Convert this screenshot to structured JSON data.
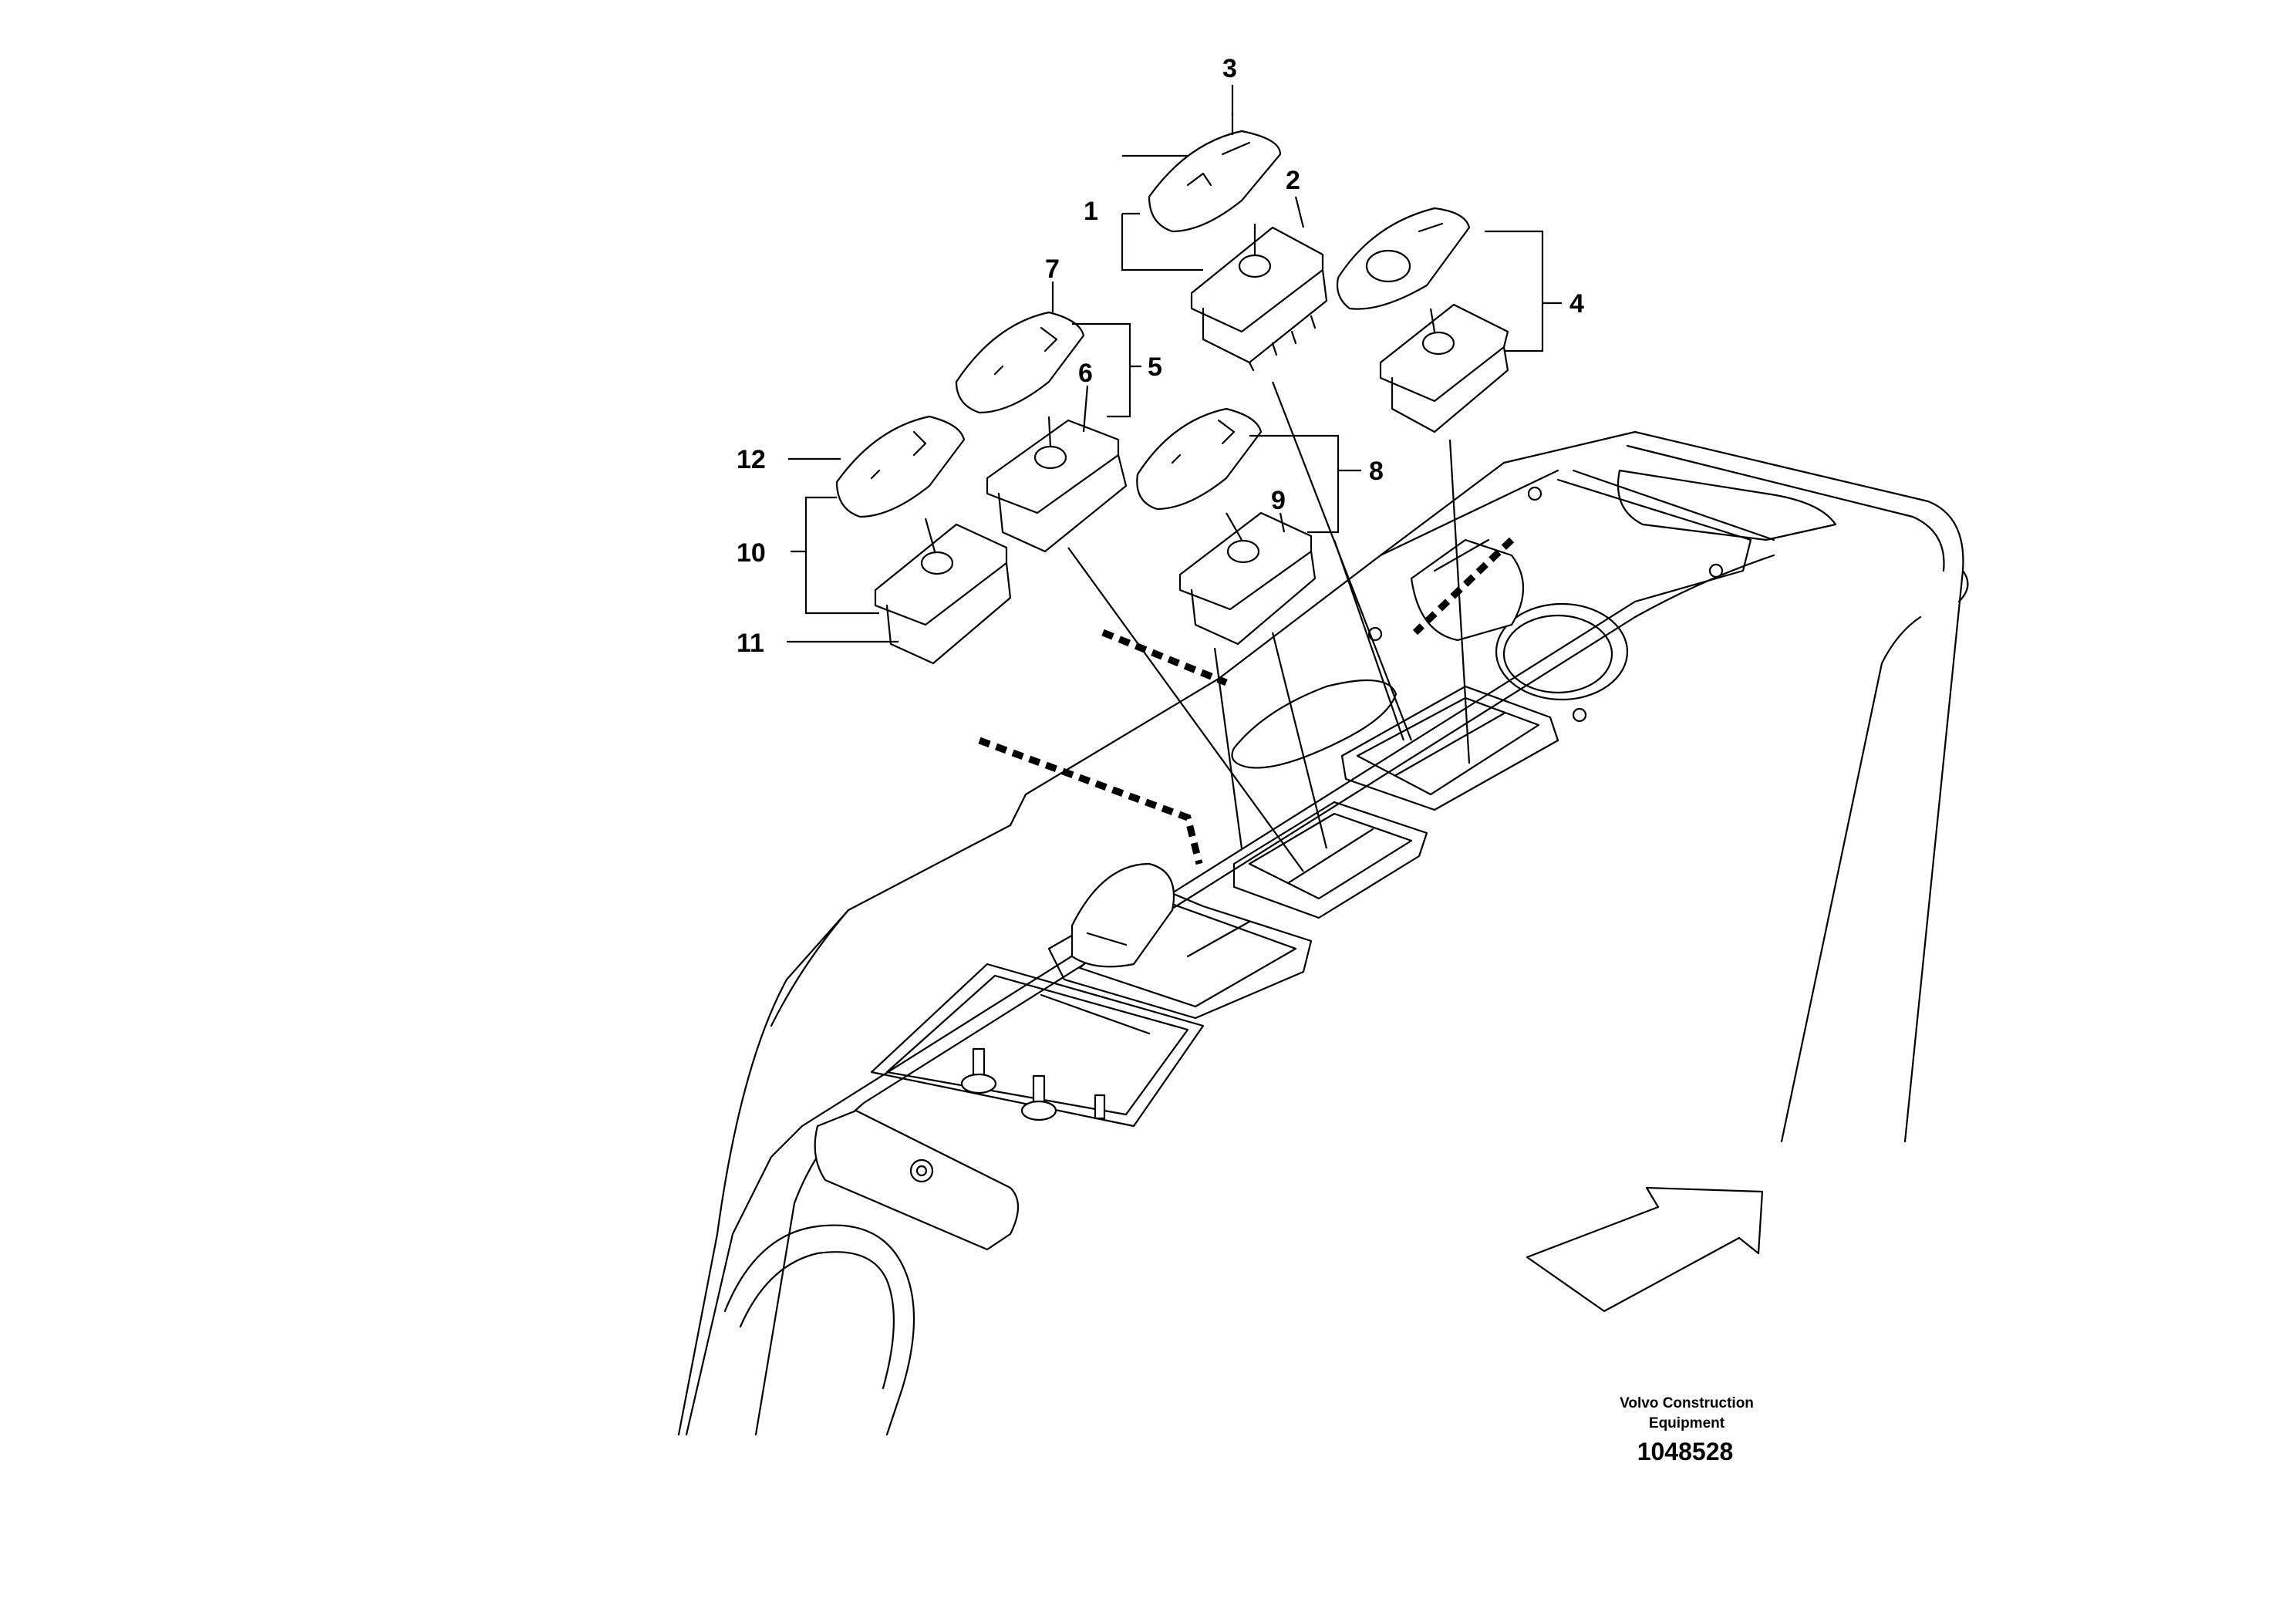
{
  "callouts": [
    "1",
    "2",
    "3",
    "4",
    "5",
    "6",
    "7",
    "8",
    "9",
    "10",
    "11",
    "12"
  ],
  "brand": {
    "line1": "Volvo Construction",
    "line2": "Equipment"
  },
  "part_number": "1048528",
  "icons": {
    "direction": "arrow-icon"
  }
}
